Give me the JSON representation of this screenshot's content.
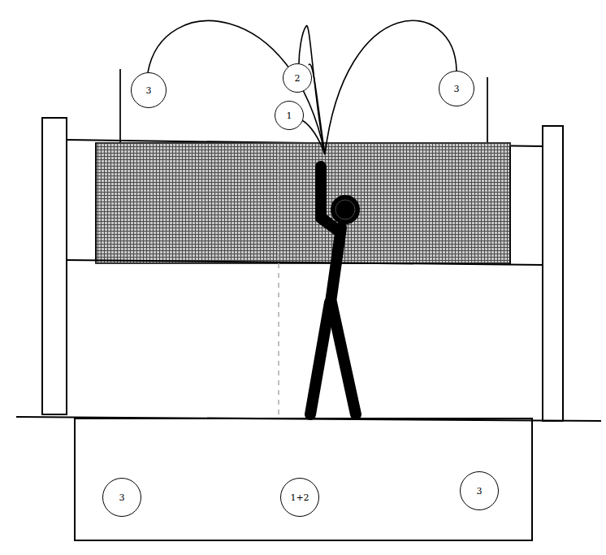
{
  "diagram": {
    "nodes": [
      {
        "text": [
          "2"
        ]
      },
      {
        "text": [
          "3"
        ]
      },
      {
        "text": [
          "3"
        ]
      },
      {
        "text": [
          "1"
        ]
      },
      {
        "text": [
          "3"
        ]
      },
      {
        "text": [
          "1+2"
        ]
      },
      {
        "text": [
          "3"
        ]
      }
    ]
  }
}
